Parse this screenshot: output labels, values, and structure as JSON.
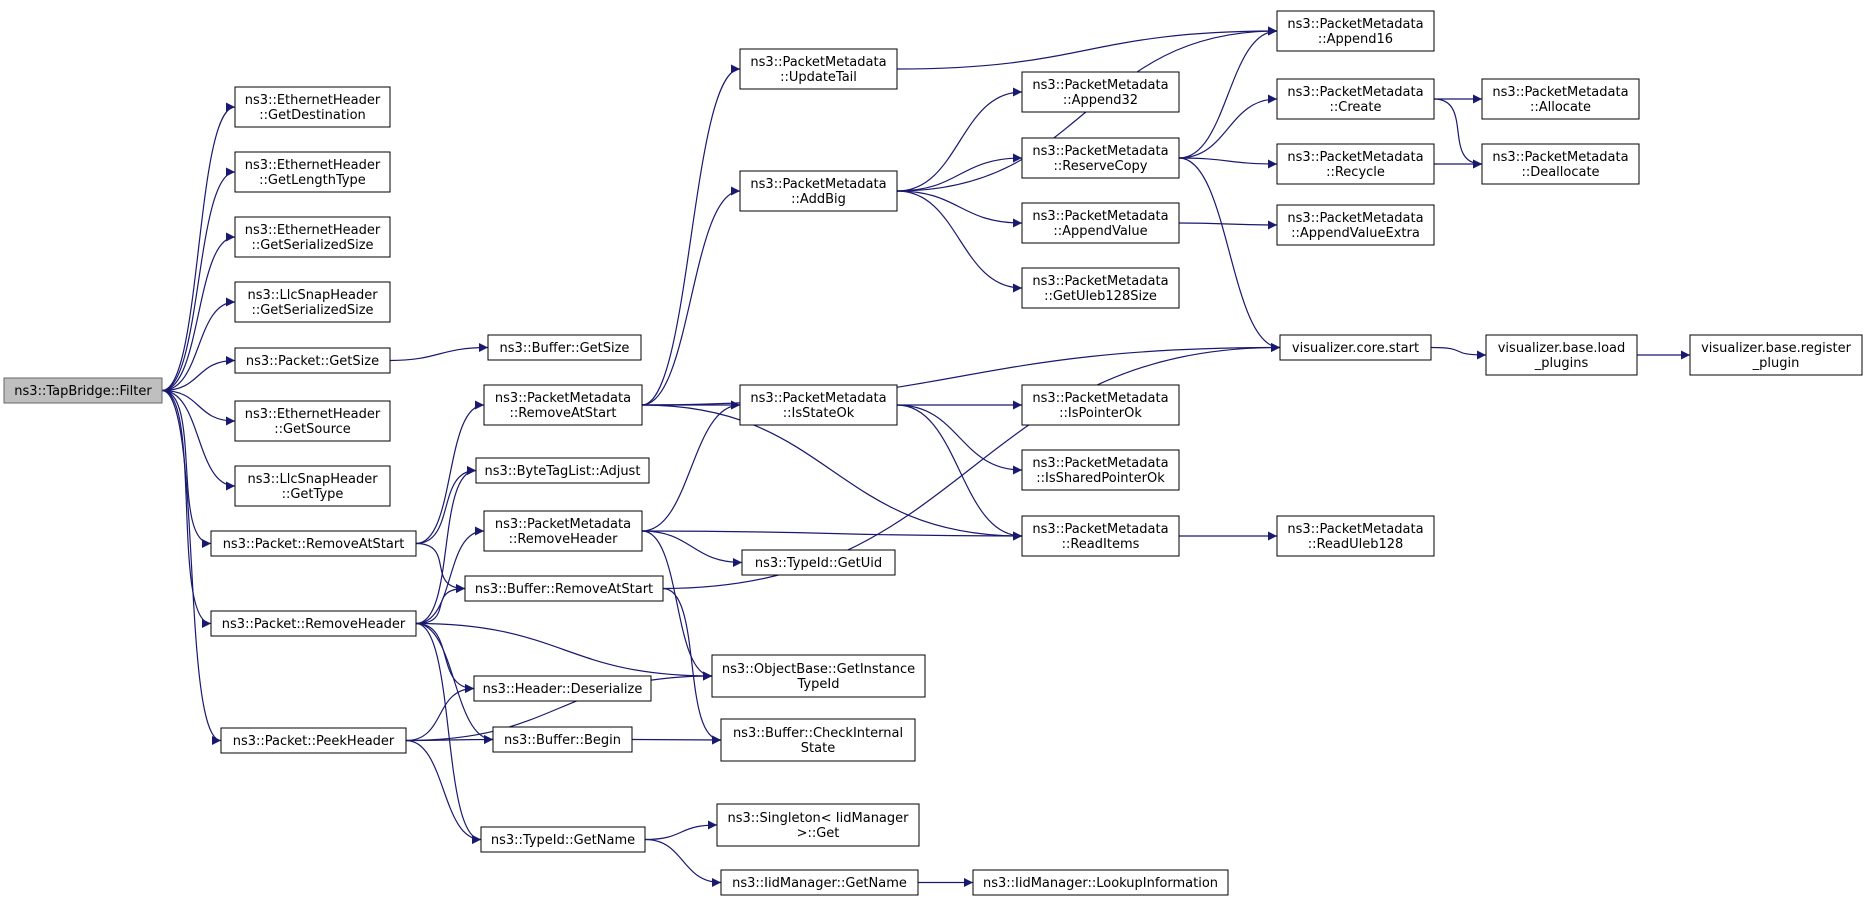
{
  "diagram": {
    "type": "call-graph",
    "edge_color": "#191970",
    "root_fill": "#bfbfbf",
    "nodes": [
      {
        "id": "filter",
        "lines": [
          "ns3::TapBridge::Filter"
        ],
        "root": true
      },
      {
        "id": "eth_getdest",
        "lines": [
          "ns3::EthernetHeader",
          "::GetDestination"
        ]
      },
      {
        "id": "eth_getlen",
        "lines": [
          "ns3::EthernetHeader",
          "::GetLengthType"
        ]
      },
      {
        "id": "eth_getser",
        "lines": [
          "ns3::EthernetHeader",
          "::GetSerializedSize"
        ]
      },
      {
        "id": "llc_getser",
        "lines": [
          "ns3::LlcSnapHeader",
          "::GetSerializedSize"
        ]
      },
      {
        "id": "pkt_getsize",
        "lines": [
          "ns3::Packet::GetSize"
        ]
      },
      {
        "id": "eth_getsrc",
        "lines": [
          "ns3::EthernetHeader",
          "::GetSource"
        ]
      },
      {
        "id": "llc_gettype",
        "lines": [
          "ns3::LlcSnapHeader",
          "::GetType"
        ]
      },
      {
        "id": "pkt_removeatstart",
        "lines": [
          "ns3::Packet::RemoveAtStart"
        ]
      },
      {
        "id": "pkt_removeheader",
        "lines": [
          "ns3::Packet::RemoveHeader"
        ]
      },
      {
        "id": "pkt_peekheader",
        "lines": [
          "ns3::Packet::PeekHeader"
        ]
      },
      {
        "id": "buf_getsize",
        "lines": [
          "ns3::Buffer::GetSize"
        ]
      },
      {
        "id": "pm_removeatstart",
        "lines": [
          "ns3::PacketMetadata",
          "::RemoveAtStart"
        ]
      },
      {
        "id": "btl_adjust",
        "lines": [
          "ns3::ByteTagList::Adjust"
        ]
      },
      {
        "id": "pm_removeheader",
        "lines": [
          "ns3::PacketMetadata",
          "::RemoveHeader"
        ]
      },
      {
        "id": "buf_removeatstart",
        "lines": [
          "ns3::Buffer::RemoveAtStart"
        ]
      },
      {
        "id": "hdr_deserialize",
        "lines": [
          "ns3::Header::Deserialize"
        ]
      },
      {
        "id": "buf_begin",
        "lines": [
          "ns3::Buffer::Begin"
        ]
      },
      {
        "id": "typeid_getname",
        "lines": [
          "ns3::TypeId::GetName"
        ]
      },
      {
        "id": "pm_updatetail",
        "lines": [
          "ns3::PacketMetadata",
          "::UpdateTail"
        ]
      },
      {
        "id": "pm_addbig",
        "lines": [
          "ns3::PacketMetadata",
          "::AddBig"
        ]
      },
      {
        "id": "pm_isstateok",
        "lines": [
          "ns3::PacketMetadata",
          "::IsStateOk"
        ]
      },
      {
        "id": "typeid_getuid",
        "lines": [
          "ns3::TypeId::GetUid"
        ]
      },
      {
        "id": "ob_getinstance",
        "lines": [
          "ns3::ObjectBase::GetInstance",
          "TypeId"
        ]
      },
      {
        "id": "buf_checkinternal",
        "lines": [
          "ns3::Buffer::CheckInternal",
          "State"
        ]
      },
      {
        "id": "singleton_get",
        "lines": [
          "ns3::Singleton< IidManager",
          ">::Get"
        ]
      },
      {
        "id": "iid_getname",
        "lines": [
          "ns3::IidManager::GetName"
        ]
      },
      {
        "id": "pm_append32",
        "lines": [
          "ns3::PacketMetadata",
          "::Append32"
        ]
      },
      {
        "id": "pm_reservecopy",
        "lines": [
          "ns3::PacketMetadata",
          "::ReserveCopy"
        ]
      },
      {
        "id": "pm_appendvalue",
        "lines": [
          "ns3::PacketMetadata",
          "::AppendValue"
        ]
      },
      {
        "id": "pm_getuleb",
        "lines": [
          "ns3::PacketMetadata",
          "::GetUleb128Size"
        ]
      },
      {
        "id": "pm_ispointerok",
        "lines": [
          "ns3::PacketMetadata",
          "::IsPointerOk"
        ]
      },
      {
        "id": "pm_issharedpointerok",
        "lines": [
          "ns3::PacketMetadata",
          "::IsSharedPointerOk"
        ]
      },
      {
        "id": "pm_readitems",
        "lines": [
          "ns3::PacketMetadata",
          "::ReadItems"
        ]
      },
      {
        "id": "iid_lookup",
        "lines": [
          "ns3::IidManager::LookupInformation"
        ]
      },
      {
        "id": "pm_append16",
        "lines": [
          "ns3::PacketMetadata",
          "::Append16"
        ]
      },
      {
        "id": "pm_create",
        "lines": [
          "ns3::PacketMetadata",
          "::Create"
        ]
      },
      {
        "id": "pm_recycle",
        "lines": [
          "ns3::PacketMetadata",
          "::Recycle"
        ]
      },
      {
        "id": "pm_appendvalueextra",
        "lines": [
          "ns3::PacketMetadata",
          "::AppendValueExtra"
        ]
      },
      {
        "id": "viz_core_start",
        "lines": [
          "visualizer.core.start"
        ]
      },
      {
        "id": "pm_readuleb",
        "lines": [
          "ns3::PacketMetadata",
          "::ReadUleb128"
        ]
      },
      {
        "id": "pm_allocate",
        "lines": [
          "ns3::PacketMetadata",
          "::Allocate"
        ]
      },
      {
        "id": "pm_deallocate",
        "lines": [
          "ns3::PacketMetadata",
          "::Deallocate"
        ]
      },
      {
        "id": "viz_load_plugins",
        "lines": [
          "visualizer.base.load",
          "_plugins"
        ]
      },
      {
        "id": "viz_register_plugin",
        "lines": [
          "visualizer.base.register",
          "_plugin"
        ]
      }
    ],
    "edges": [
      [
        "filter",
        "eth_getdest"
      ],
      [
        "filter",
        "eth_getlen"
      ],
      [
        "filter",
        "eth_getser"
      ],
      [
        "filter",
        "llc_getser"
      ],
      [
        "filter",
        "pkt_getsize"
      ],
      [
        "filter",
        "eth_getsrc"
      ],
      [
        "filter",
        "llc_gettype"
      ],
      [
        "filter",
        "pkt_removeatstart"
      ],
      [
        "filter",
        "pkt_removeheader"
      ],
      [
        "filter",
        "pkt_peekheader"
      ],
      [
        "pkt_getsize",
        "buf_getsize"
      ],
      [
        "pkt_removeatstart",
        "pm_removeatstart"
      ],
      [
        "pkt_removeatstart",
        "btl_adjust"
      ],
      [
        "pkt_removeatstart",
        "buf_removeatstart"
      ],
      [
        "pkt_removeheader",
        "btl_adjust"
      ],
      [
        "pkt_removeheader",
        "pm_removeheader"
      ],
      [
        "pkt_removeheader",
        "buf_removeatstart"
      ],
      [
        "pkt_removeheader",
        "hdr_deserialize"
      ],
      [
        "pkt_removeheader",
        "buf_begin"
      ],
      [
        "pkt_removeheader",
        "typeid_getname"
      ],
      [
        "pkt_removeheader",
        "ob_getinstance"
      ],
      [
        "pkt_peekheader",
        "hdr_deserialize"
      ],
      [
        "pkt_peekheader",
        "buf_begin"
      ],
      [
        "pkt_peekheader",
        "typeid_getname"
      ],
      [
        "pkt_peekheader",
        "ob_getinstance"
      ],
      [
        "pm_removeatstart",
        "pm_updatetail"
      ],
      [
        "pm_removeatstart",
        "pm_addbig"
      ],
      [
        "pm_removeatstart",
        "pm_isstateok"
      ],
      [
        "pm_removeatstart",
        "pm_readitems"
      ],
      [
        "pm_removeatstart",
        "viz_core_start"
      ],
      [
        "pm_removeheader",
        "pm_isstateok"
      ],
      [
        "pm_removeheader",
        "typeid_getuid"
      ],
      [
        "pm_removeheader",
        "pm_readitems"
      ],
      [
        "pm_removeheader",
        "ob_getinstance"
      ],
      [
        "buf_removeatstart",
        "buf_checkinternal"
      ],
      [
        "buf_removeatstart",
        "viz_core_start"
      ],
      [
        "buf_begin",
        "buf_checkinternal"
      ],
      [
        "typeid_getname",
        "singleton_get"
      ],
      [
        "typeid_getname",
        "iid_getname"
      ],
      [
        "iid_getname",
        "iid_lookup"
      ],
      [
        "pm_updatetail",
        "pm_append16"
      ],
      [
        "pm_addbig",
        "pm_append16"
      ],
      [
        "pm_addbig",
        "pm_append32"
      ],
      [
        "pm_addbig",
        "pm_reservecopy"
      ],
      [
        "pm_addbig",
        "pm_appendvalue"
      ],
      [
        "pm_addbig",
        "pm_getuleb"
      ],
      [
        "pm_isstateok",
        "pm_ispointerok"
      ],
      [
        "pm_isstateok",
        "pm_issharedpointerok"
      ],
      [
        "pm_isstateok",
        "pm_readitems"
      ],
      [
        "pm_reservecopy",
        "pm_append16"
      ],
      [
        "pm_reservecopy",
        "pm_create"
      ],
      [
        "pm_reservecopy",
        "pm_recycle"
      ],
      [
        "pm_reservecopy",
        "viz_core_start"
      ],
      [
        "pm_appendvalue",
        "pm_appendvalueextra"
      ],
      [
        "pm_readitems",
        "pm_readuleb"
      ],
      [
        "pm_create",
        "pm_allocate"
      ],
      [
        "pm_create",
        "pm_deallocate"
      ],
      [
        "pm_recycle",
        "pm_deallocate"
      ],
      [
        "viz_core_start",
        "viz_load_plugins"
      ],
      [
        "viz_load_plugins",
        "viz_register_plugin"
      ]
    ]
  }
}
